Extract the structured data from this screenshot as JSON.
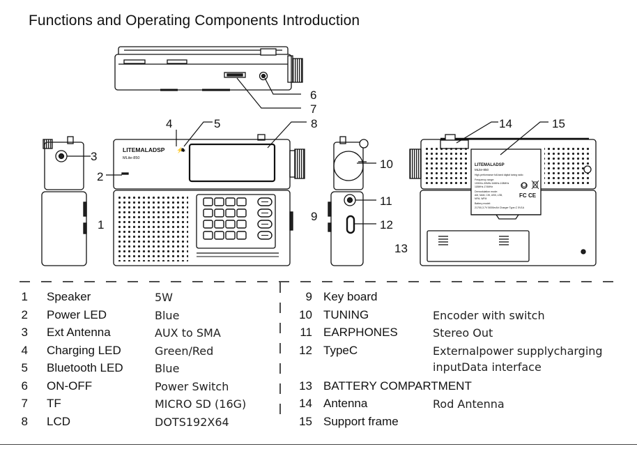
{
  "title": "Functions and Operating Components Introduction",
  "device": {
    "brand": "LITEMALADSP",
    "model": "MLite-850",
    "charge_symbol": "⚡",
    "bt_symbol": "✱"
  },
  "back_label": {
    "brand": "LITEMALADSP",
    "model": "MLite-850",
    "tagline": "High-performance full-band digital tuning radio",
    "freq_range_label": "Frequency range:",
    "freq_line1": "100KHz-30MHz 64MHz-108MHz",
    "freq_line2": "118MHz-174MHz",
    "modes_label": "Demodulation mode:",
    "modes_line1": "AM, NAM, CW, USB, LSB,",
    "modes_line2": "NFM, WFM",
    "battery_label": "Battery model:",
    "battery_line": "21700,3.7V 5000mAh Charger Type-C 5V1A",
    "cert_fc": "FC",
    "cert_ce": "CE"
  },
  "callouts": [
    "1",
    "2",
    "3",
    "4",
    "5",
    "6",
    "7",
    "8",
    "9",
    "10",
    "11",
    "12",
    "13",
    "14",
    "15"
  ],
  "specs_left": [
    {
      "num": "1",
      "name": "Speaker",
      "desc": "5W"
    },
    {
      "num": "2",
      "name": "Power LED",
      "desc": "Blue"
    },
    {
      "num": "3",
      "name": "Ext Antenna",
      "desc": "AUX to SMA"
    },
    {
      "num": "4",
      "name": "Charging LED",
      "desc": "Green/Red"
    },
    {
      "num": "5",
      "name": "Bluetooth LED",
      "desc": "Blue"
    },
    {
      "num": "6",
      "name": "ON-OFF",
      "desc": "Power Switch"
    },
    {
      "num": "7",
      "name": "TF",
      "desc": "MICRO SD (16G)"
    },
    {
      "num": "8",
      "name": "LCD",
      "desc": "DOTS192X64"
    }
  ],
  "specs_right": [
    {
      "num": "9",
      "name": "Key board",
      "desc": ""
    },
    {
      "num": "10",
      "name": "TUNING",
      "desc": "Encoder with switch"
    },
    {
      "num": "11",
      "name": "EARPHONES",
      "desc": "Stereo Out"
    },
    {
      "num": "12",
      "name": "TypeC",
      "desc": "Externalpower supplycharging",
      "desc2": "inputData interface"
    },
    {
      "num": "13",
      "name": "BATTERY COMPARTMENT",
      "desc": ""
    },
    {
      "num": "14",
      "name": "Antenna",
      "desc": "Rod Antenna"
    },
    {
      "num": "15",
      "name": "Support frame",
      "desc": ""
    }
  ]
}
